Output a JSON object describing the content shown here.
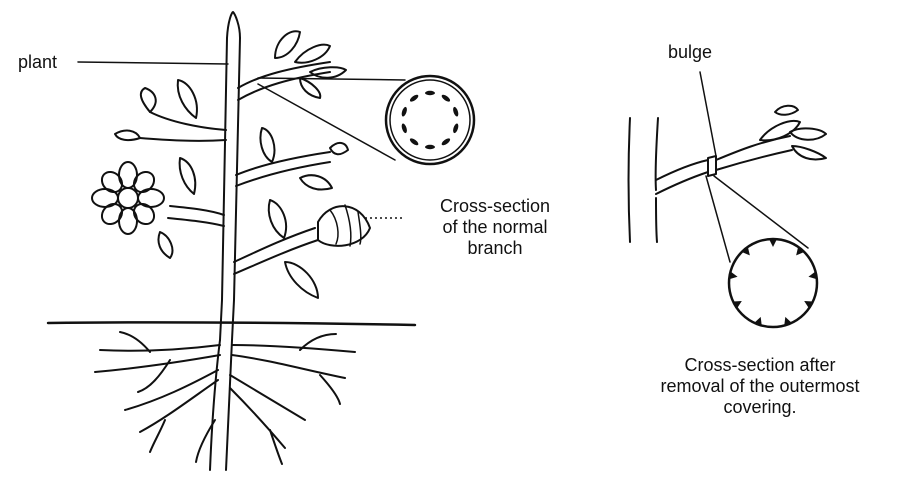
{
  "labels": {
    "plant": "plant",
    "cross_section_normal": [
      "Cross-section",
      "of the normal",
      "branch"
    ],
    "bulge": "bulge",
    "cross_section_after": [
      "Cross-section after",
      "removal of the outermost",
      "covering."
    ]
  }
}
